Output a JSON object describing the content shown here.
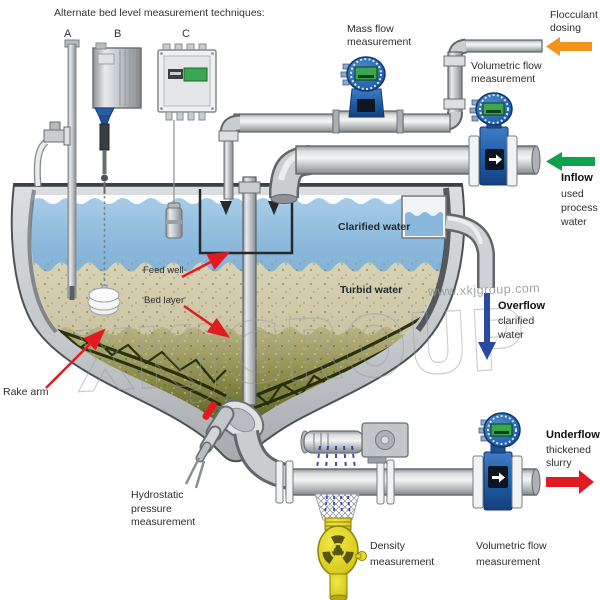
{
  "title": "Alternate bed level measurement techniques:",
  "techniques": {
    "a": "A",
    "b": "B",
    "c": "C"
  },
  "labels": {
    "flocculant": "Flocculant\ndosing",
    "mass_flow": "Mass flow\nmeasurement",
    "volumetric_flow_top": "Volumetric flow\nmeasurement",
    "inflow_title": "Inflow",
    "inflow_desc": "used\nprocess\nwater",
    "clarified_water": "Clarified water",
    "turbid_water": "Turbid water",
    "feed_well": "Feed well",
    "bed_layer": "Bed layer",
    "rake_arm": "Rake arm",
    "overflow_title": "Overflow",
    "overflow_desc": "clarified\nwater",
    "underflow_title": "Underflow",
    "underflow_desc": "thickened\nslurry",
    "hydrostatic": "Hydrostatic\npressure\nmeasurement",
    "density": "Density\nmeasurement",
    "volumetric_flow_bottom": "Volumetric flow\nmeasurement"
  },
  "watermarks": {
    "url": "www.xkjgroup.com",
    "brand": "XKJGROUP"
  },
  "colors": {
    "arrow_orange": "#f2941e",
    "arrow_green": "#0fa24c",
    "arrow_red": "#e11b22",
    "arrow_blue": "#2a4aa0",
    "meter_blue": "#1e5fa8",
    "display_green": "#3aa64f",
    "density_yellow": "#d8cc20",
    "water_blue": "#8ab8dc",
    "turbid_tan": "#d2cdab",
    "bed_olive": "#5c6226"
  }
}
